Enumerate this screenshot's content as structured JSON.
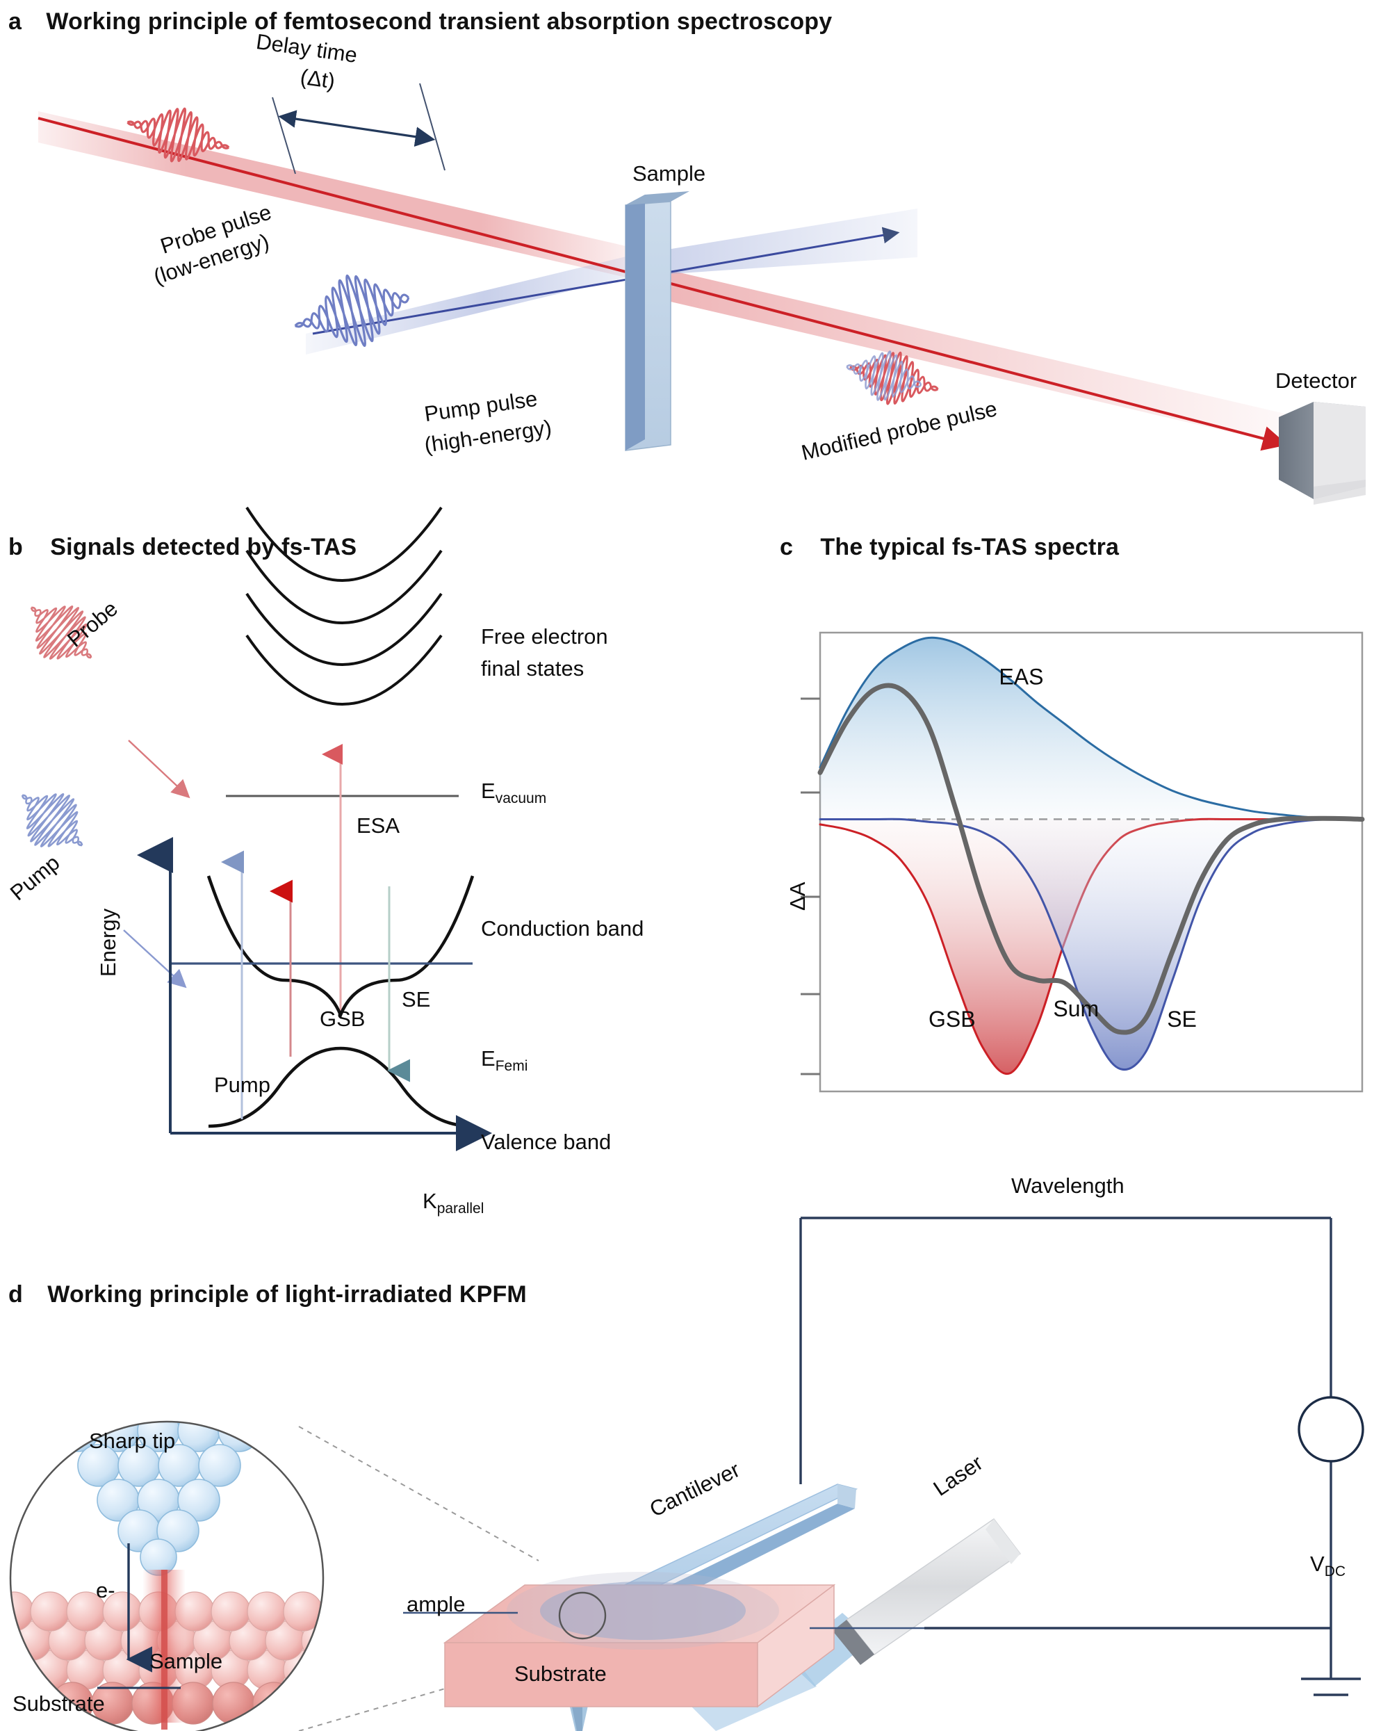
{
  "figure": {
    "panels": [
      {
        "letter": "a",
        "title": "Working principle of femtosecond transient absorption spectroscopy"
      },
      {
        "letter": "b",
        "title": "Signals detected by fs-TAS"
      },
      {
        "letter": "c",
        "title": "The typical fs-TAS spectra"
      },
      {
        "letter": "d",
        "title": "Working principle of light-irradiated KPFM"
      }
    ]
  },
  "panel_a": {
    "delay_time": "Delay time",
    "delay_symbol": "(Δt)",
    "probe_pulse_l1": "Probe pulse",
    "probe_pulse_l2": "(low-energy)",
    "pump_pulse_l1": "Pump pulse",
    "pump_pulse_l2": "(high-energy)",
    "sample": "Sample",
    "modified_probe": "Modified probe pulse",
    "detector": "Detector",
    "colors": {
      "probe_red": "#cc2026",
      "pump_blue": "#3b4a9e",
      "sample_blue": "#7f9cc4"
    }
  },
  "panel_b": {
    "probe": "Probe",
    "pump_wave": "Pump",
    "free_electron_l1": "Free electron",
    "free_electron_l2": "final states",
    "e_vacuum": "E",
    "e_vacuum_sub": "vacuum",
    "esa": "ESA",
    "conduction_band": "Conduction band",
    "gsb": "GSB",
    "se": "SE",
    "e_fermi": "E",
    "e_fermi_sub": "Femi",
    "pump_axis": "Pump",
    "valence_band": "Valence band",
    "energy_axis": "Energy",
    "k_axis": "K",
    "k_axis_sub": "parallel",
    "colors": {
      "axis": "#23395b",
      "red_arrow": "#cc1111",
      "blue_arrow": "#8096c4",
      "teal_arrow": "#4a7f8c"
    }
  },
  "panel_c": {
    "ylabel": "ΔA",
    "xlabel": "Wavelength",
    "annotations": [
      "EAS",
      "GSB",
      "Sum",
      "SE"
    ],
    "colors": {
      "eas": "#2b6ca3",
      "gsb": "#cc2026",
      "se": "#4255a8",
      "sum": "#666666",
      "zero_line": "#888888"
    }
  },
  "chart_data": {
    "type": "line",
    "title": "The typical fs-TAS spectra",
    "xlabel": "Wavelength",
    "ylabel": "ΔA",
    "grid": false,
    "legend": "inline-annotations",
    "xlim": [
      0,
      100
    ],
    "ylim": [
      -1.05,
      0.72
    ],
    "zero_reference_line": 0,
    "x": [
      0,
      5,
      10,
      15,
      20,
      25,
      30,
      35,
      40,
      45,
      50,
      55,
      60,
      65,
      70,
      75,
      80,
      85,
      90,
      95,
      100
    ],
    "series": [
      {
        "name": "EAS",
        "color": "#2b6ca3",
        "fill": true,
        "values": [
          0.2,
          0.42,
          0.58,
          0.66,
          0.7,
          0.68,
          0.62,
          0.54,
          0.45,
          0.37,
          0.29,
          0.22,
          0.16,
          0.11,
          0.075,
          0.05,
          0.03,
          0.018,
          0.008,
          0.003,
          0.0
        ]
      },
      {
        "name": "GSB",
        "color": "#cc2026",
        "fill": true,
        "values": [
          -0.02,
          -0.04,
          -0.08,
          -0.16,
          -0.33,
          -0.62,
          -0.88,
          -0.98,
          -0.8,
          -0.48,
          -0.22,
          -0.08,
          -0.03,
          -0.01,
          0.0,
          0.0,
          0.0,
          0.0,
          0.0,
          0.0,
          0.0
        ]
      },
      {
        "name": "SE",
        "color": "#4255a8",
        "fill": true,
        "values": [
          0.0,
          0.0,
          0.0,
          0.0,
          -0.01,
          -0.02,
          -0.05,
          -0.12,
          -0.27,
          -0.52,
          -0.8,
          -0.96,
          -0.9,
          -0.62,
          -0.32,
          -0.13,
          -0.05,
          -0.02,
          -0.005,
          0.0,
          0.0
        ]
      },
      {
        "name": "Sum",
        "color": "#666666",
        "fill": false,
        "values": [
          0.18,
          0.38,
          0.5,
          0.5,
          0.36,
          0.04,
          -0.31,
          -0.56,
          -0.62,
          -0.63,
          -0.73,
          -0.82,
          -0.77,
          -0.51,
          -0.245,
          -0.08,
          -0.02,
          0.0,
          0.003,
          0.003,
          0.0
        ]
      }
    ],
    "annotations": [
      {
        "text": "EAS",
        "x": 33,
        "y": 0.52
      },
      {
        "text": "GSB",
        "x": 20,
        "y": -0.8
      },
      {
        "text": "Sum",
        "x": 43,
        "y": -0.76
      },
      {
        "text": "SE",
        "x": 64,
        "y": -0.8
      }
    ]
  },
  "panel_d": {
    "sharp_tip": "Sharp tip",
    "electron": "e-",
    "sample_inset": "Sample",
    "substrate_inset": "Substrate",
    "cantilever": "Cantilever",
    "laser": "Laser",
    "sample_main": "ample",
    "substrate_main": "Substrate",
    "vdc": "V",
    "vdc_sub": "DC",
    "colors": {
      "tip_blue": "#bcd8ef",
      "sample_red": "#efaaa6",
      "wire": "#2b3c5a",
      "laser_beam": "#aacce8"
    }
  }
}
